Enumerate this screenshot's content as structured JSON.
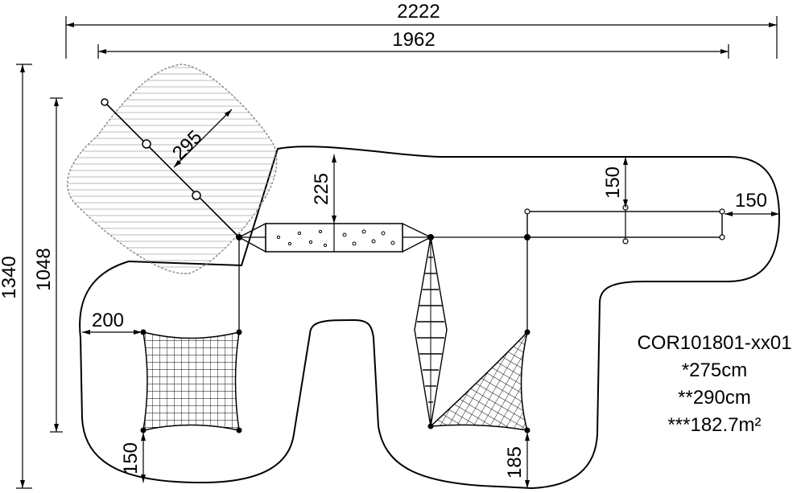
{
  "dimensions": {
    "total_width": "2222",
    "inner_width": "1962",
    "total_height": "1340",
    "inner_height": "1048",
    "platform_size": "295",
    "bridge_gap": "225",
    "top_right_gap": "150",
    "right_overhang": "150",
    "left_offset": "200",
    "bottom_left": "150",
    "bottom_center": "185"
  },
  "spec": {
    "product_code": "COR101801-xx01",
    "height_1": "*275cm",
    "height_2": "**290cm",
    "area": "***182.7m²"
  }
}
